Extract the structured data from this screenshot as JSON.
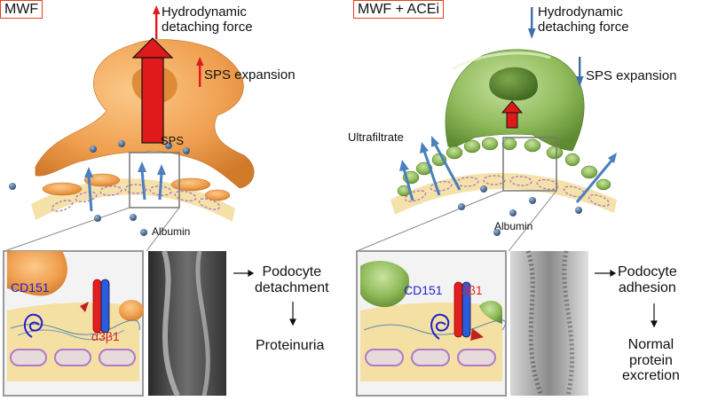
{
  "left": {
    "condition_label": "MWF",
    "force_label": "Hydrodynamic\ndetaching force",
    "sps_expansion_label": "SPS expansion",
    "sps_label": "SPS",
    "albumin_label": "Albumin",
    "cd151_label": "CD151",
    "integrin_label": "α3β1",
    "outcome_1": "Podocyte\ndetachment",
    "outcome_2": "Proteinuria"
  },
  "right": {
    "condition_label": "MWF + ACEi",
    "force_label": "Hydrodynamic\ndetaching force",
    "sps_expansion_label": "SPS expansion",
    "ultrafiltrate_label": "Ultrafiltrate",
    "albumin_label": "Albumin",
    "cd151_label": "CD151",
    "integrin_label": "α3β1",
    "outcome_1": "Podocyte\nadhesion",
    "outcome_2": "Normal\nprotein\nexcretion"
  },
  "colors": {
    "accent_red": "#e8401e",
    "arrow_red": "#e01a1a",
    "arrow_blue": "#3f6fa8",
    "podocyte_orange": "#f0a050",
    "podocyte_green": "#8fba5a",
    "gbm_yellow": "#f3dfa0",
    "cd151_blue": "#1f1fd0",
    "integrin_red": "#e02020"
  }
}
